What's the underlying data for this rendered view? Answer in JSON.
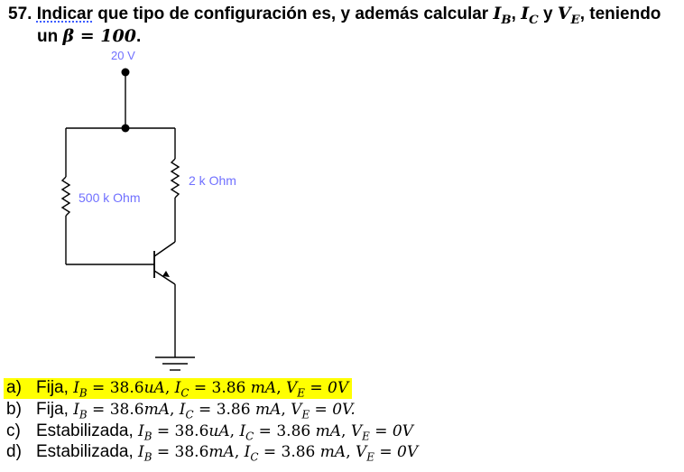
{
  "question": {
    "number": "57.",
    "word_indicar": "Indicar",
    "text_mid": " que tipo de configuración es, y además calcular ",
    "ib": "I",
    "ib_sub": "B",
    "ic": "I",
    "ic_sub": "C",
    "y": " y ",
    "ve": "V",
    "ve_sub": "E",
    "tail": ", teniendo",
    "line2_prefix": "un ",
    "beta_expr": "β = 100",
    "line2_suffix": "."
  },
  "circuit": {
    "supply_label": "20 V",
    "rb_label": "500 k Ohm",
    "rc_label": "2 k Ohm",
    "colors": {
      "wire": "#000000",
      "label": "#7070ff"
    }
  },
  "options": [
    {
      "letter": "a)",
      "name": "Fija,",
      "expr": "I_B = 38.6uA, I_C = 3.86 mA, V_E = 0V",
      "parts": [
        "38.6",
        "uA",
        "3.86",
        "mA",
        "0V"
      ],
      "highlighted": true
    },
    {
      "letter": "b)",
      "name": "Fija,",
      "parts": [
        "38.6",
        "mA",
        "3.86",
        "mA",
        "0V."
      ],
      "highlighted": false
    },
    {
      "letter": "c)",
      "name": "Estabilizada,",
      "parts": [
        "38.6",
        "uA",
        "3.86",
        "mA",
        "0V"
      ],
      "highlighted": false
    },
    {
      "letter": "d)",
      "name": "Estabilizada,",
      "parts": [
        "38.6",
        "mA",
        "3.86",
        "mA",
        "0V"
      ],
      "highlighted": false
    }
  ],
  "highlight_color": "#ffff00"
}
